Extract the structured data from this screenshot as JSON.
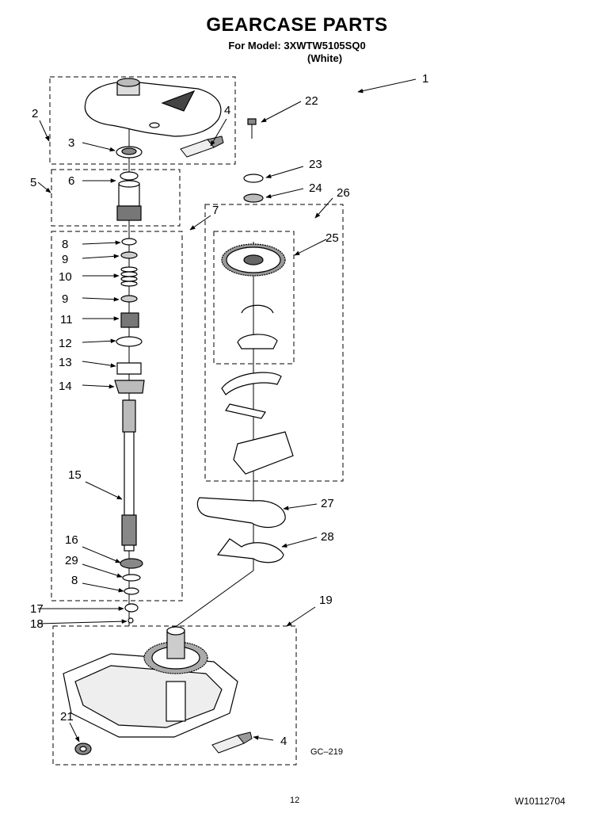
{
  "header": {
    "title": "GEARCASE PARTS",
    "model_line": "For Model: 3XWTW5105SQ0",
    "color_line": "(White)"
  },
  "diagram": {
    "figure_code": "GC–219",
    "callouts": [
      "1",
      "2",
      "3",
      "4",
      "5",
      "6",
      "7",
      "8",
      "9",
      "10",
      "9",
      "11",
      "12",
      "13",
      "14",
      "15",
      "16",
      "29",
      "8",
      "17",
      "18",
      "19",
      "21",
      "4",
      "22",
      "23",
      "24",
      "26",
      "25",
      "27",
      "28"
    ]
  },
  "footer": {
    "page_number": "12",
    "doc_number": "W10112704"
  }
}
